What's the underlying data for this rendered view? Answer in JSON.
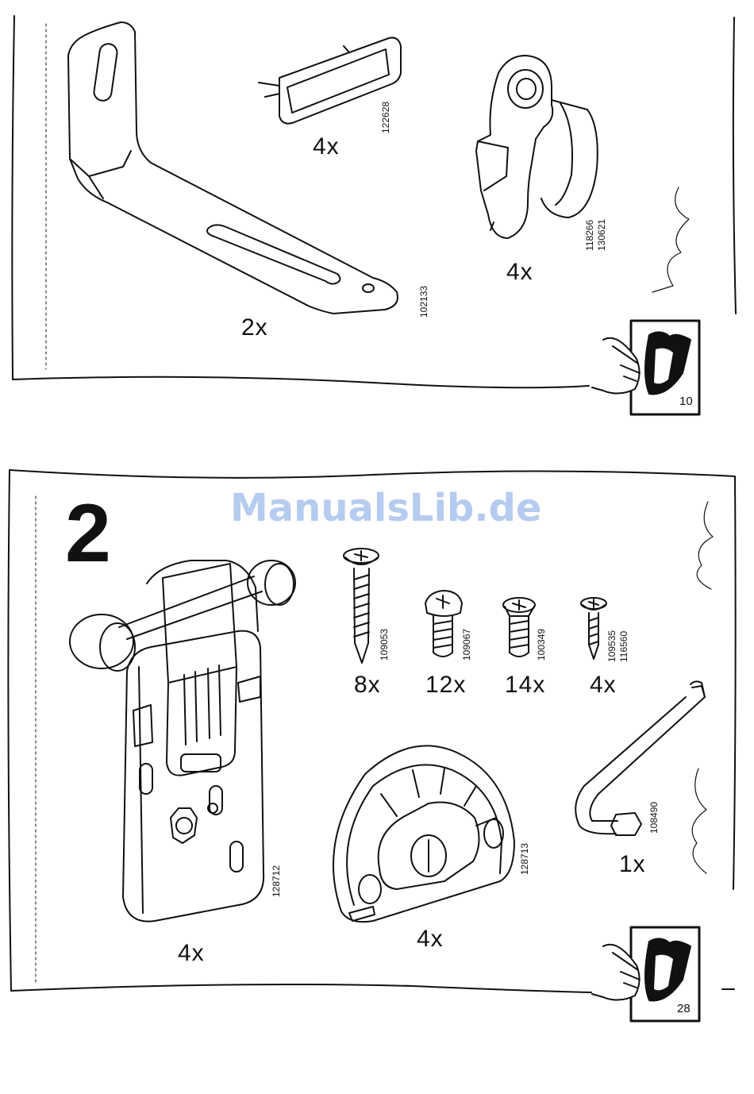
{
  "watermark": "ManualsLib.de",
  "panel_top": {
    "parts": [
      {
        "id": "bracket",
        "qty": "2x",
        "codes": [
          "102133"
        ]
      },
      {
        "id": "cover-cap",
        "qty": "4x",
        "codes": [
          "122628"
        ]
      },
      {
        "id": "rod-clip",
        "qty": "4x",
        "codes": [
          "118266",
          "130621"
        ]
      }
    ],
    "page_ref": "10"
  },
  "panel_bottom": {
    "step_number": "2",
    "parts": [
      {
        "id": "screw-long",
        "qty": "8x",
        "codes": [
          "109053"
        ]
      },
      {
        "id": "screw-round",
        "qty": "12x",
        "codes": [
          "109067"
        ]
      },
      {
        "id": "screw-flat",
        "qty": "14x",
        "codes": [
          "100349"
        ]
      },
      {
        "id": "screw-small",
        "qty": "4x",
        "codes": [
          "109535",
          "116560"
        ]
      },
      {
        "id": "hinge-plate",
        "qty": "4x",
        "codes": [
          "128712"
        ]
      },
      {
        "id": "adjuster-disc",
        "qty": "4x",
        "codes": [
          "128713"
        ]
      },
      {
        "id": "allen-key",
        "qty": "1x",
        "codes": [
          "108490"
        ]
      }
    ],
    "page_ref": "28"
  }
}
